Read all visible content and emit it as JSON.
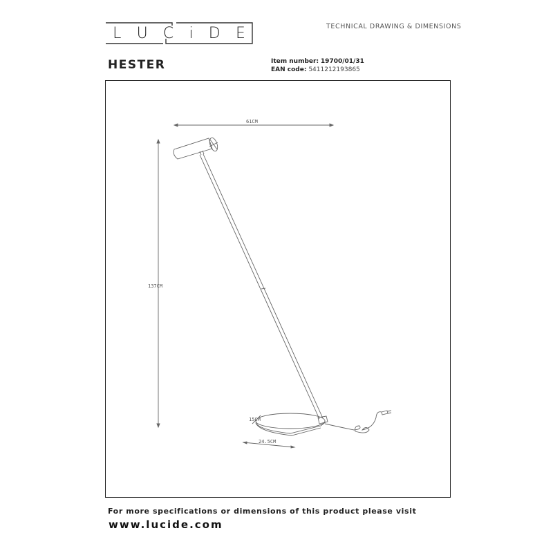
{
  "header": {
    "brand_letters": [
      "L",
      "U",
      "C",
      "i",
      "D",
      "E"
    ],
    "document_type": "TECHNICAL DRAWING & DIMENSIONS",
    "product_name": "HESTER",
    "item_number_label": "Item number:",
    "item_number": "19700/01/31",
    "ean_label": "EAN code:",
    "ean_code": "5411212193865"
  },
  "drawing": {
    "dimensions": {
      "width": "61CM",
      "height": "137CM",
      "base_height": "15CM",
      "base_length": "24.5CM"
    },
    "line_color": "#666666"
  },
  "footer": {
    "more_info_text": "For more specifications or dimensions of this product please visit",
    "website": "www.lucide.com"
  }
}
